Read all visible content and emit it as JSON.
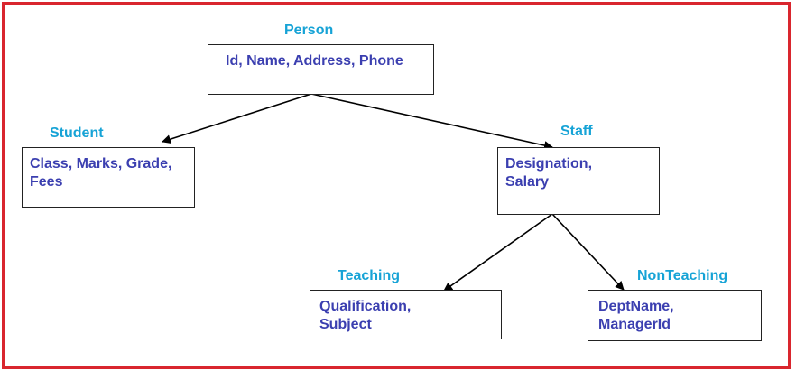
{
  "colors": {
    "frame": "#d9262e",
    "title": "#16a3d6",
    "attributes": "#3b3fb0",
    "lines": "#000000"
  },
  "diagram": {
    "person": {
      "title": "Person",
      "attributes": "Id, Name, Address, Phone"
    },
    "student": {
      "title": "Student",
      "attributes_line1": "Class, Marks, Grade,",
      "attributes_line2": "Fees"
    },
    "staff": {
      "title": "Staff",
      "attributes_line1": "Designation,",
      "attributes_line2": "Salary"
    },
    "teaching": {
      "title": "Teaching",
      "attributes_line1": "Qualification,",
      "attributes_line2": "Subject"
    },
    "nonteaching": {
      "title": "NonTeaching",
      "attributes_line1": "DeptName,",
      "attributes_line2": "ManagerId"
    }
  }
}
